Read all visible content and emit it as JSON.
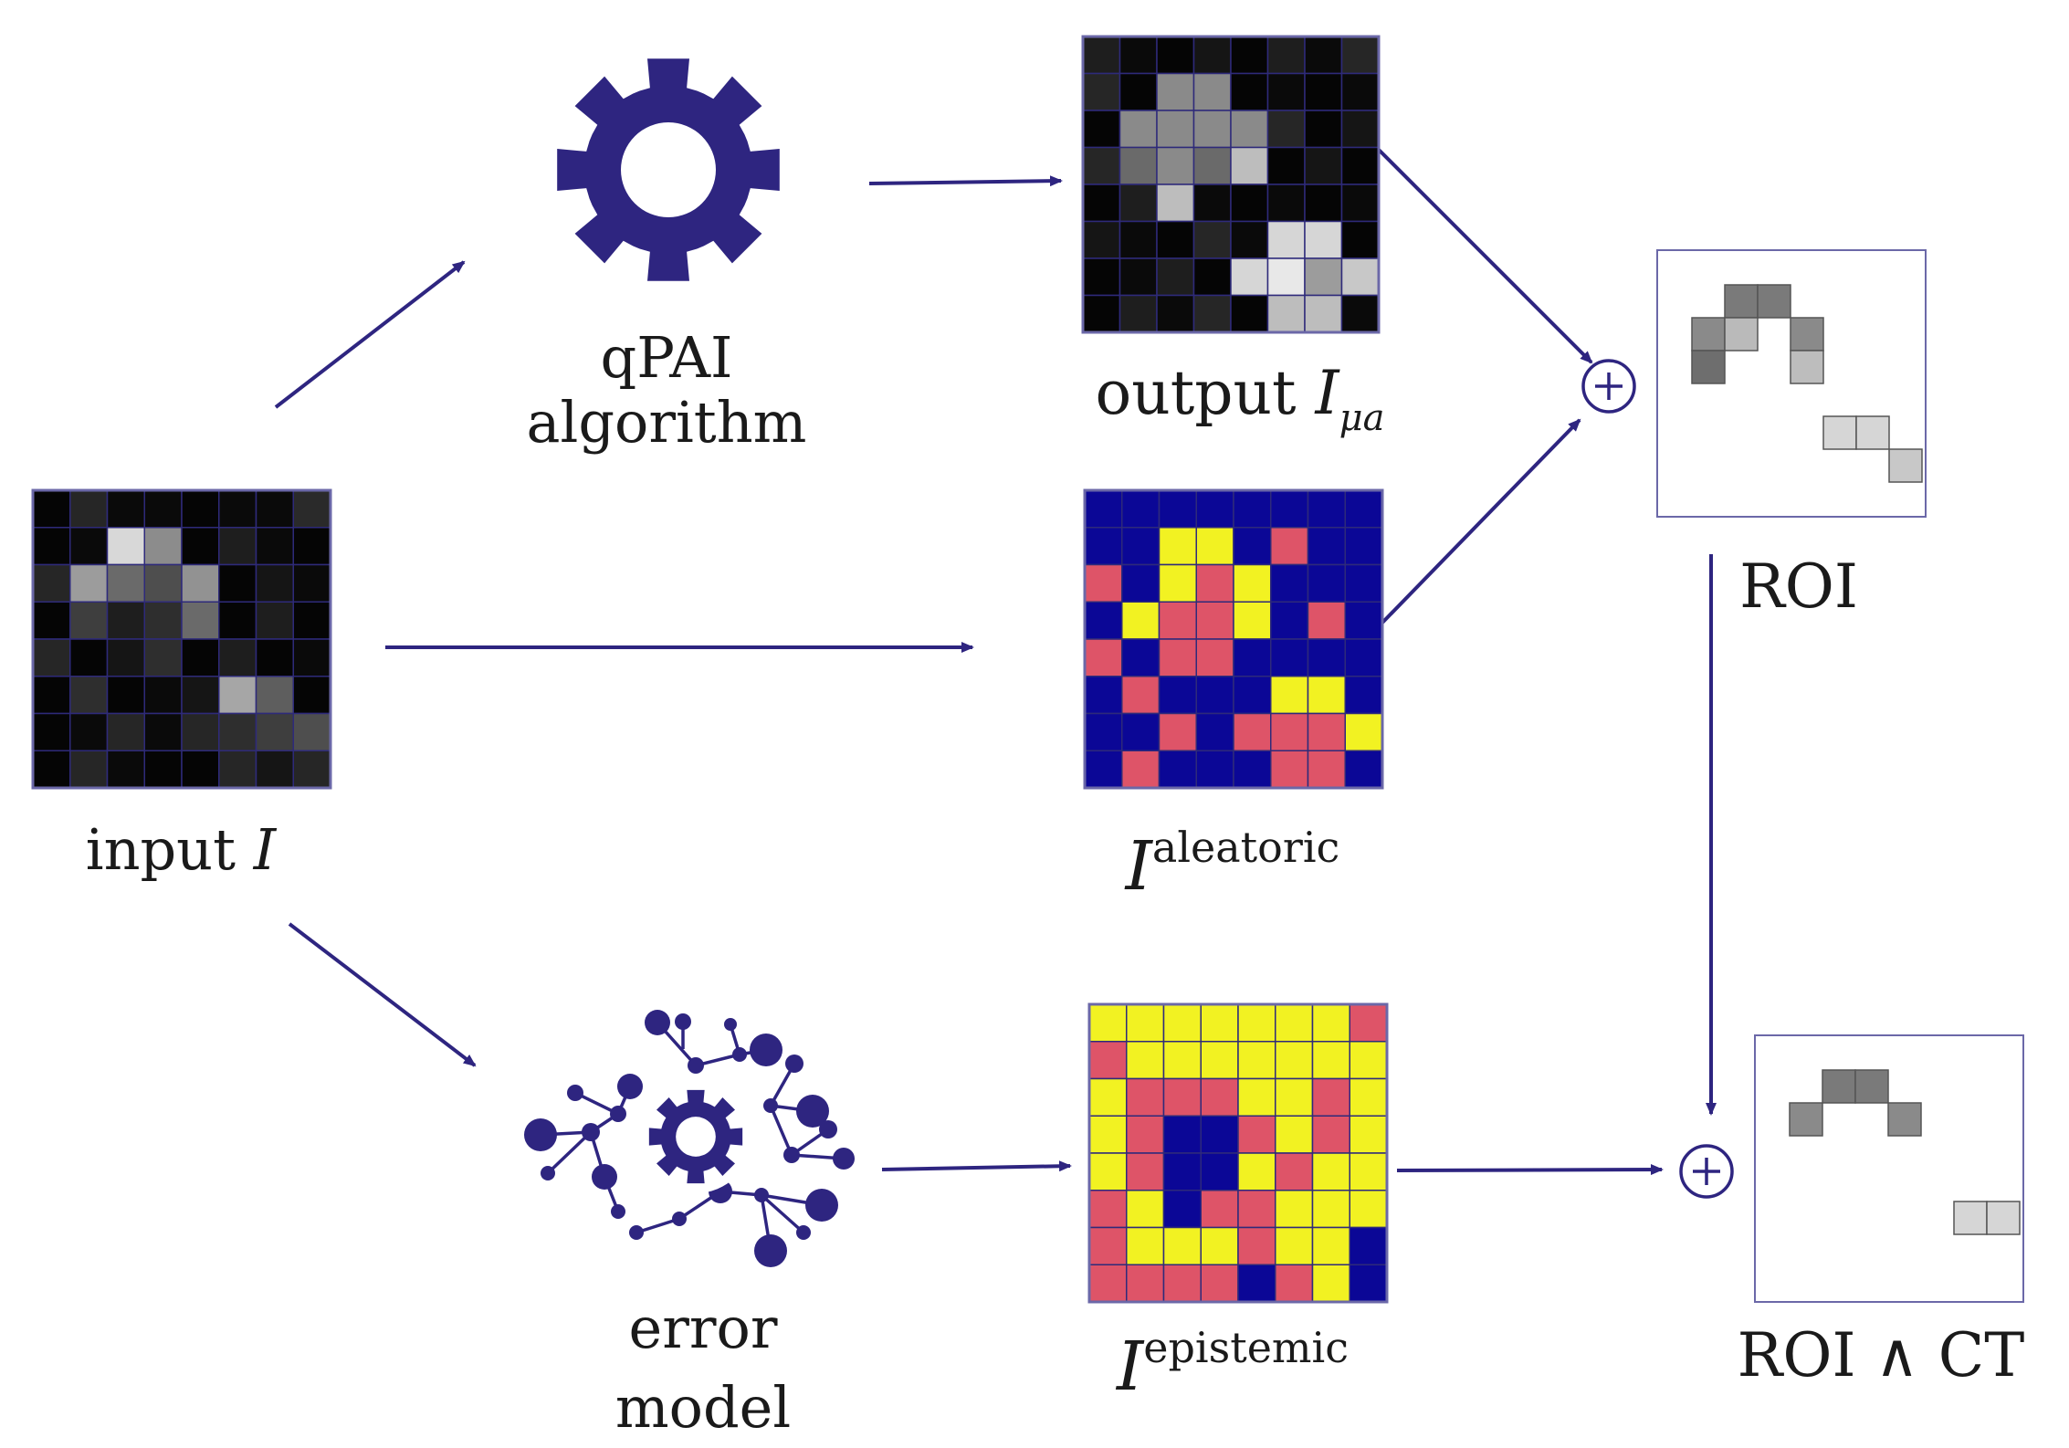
{
  "colors": {
    "accent": "#2e2580",
    "pink": "#de5468",
    "yellow": "#f2f222",
    "navy": "#0b0796",
    "gridline": "#2e2a7a"
  },
  "labels": {
    "input": "input",
    "input_symbol": "I",
    "qpai_line1": "qPAI",
    "qpai_line2": "algorithm",
    "output": "output",
    "output_symbol": "I",
    "output_sub": "μa",
    "aleatoric_symbol": "I",
    "aleatoric_sup": "aleatoric",
    "epistemic_symbol": "I",
    "epistemic_sup": "epistemic",
    "error_line1": "error",
    "error_line2": "model",
    "roi": "ROI",
    "roi_ct": "ROI ∧ CT"
  },
  "icons": {
    "gear": "gear-icon",
    "error_model": "neural-network-gear-icon",
    "oplus": "circled-plus-icon"
  },
  "grids": {
    "input": [
      [
        "#050505",
        "#262626",
        "#0a0a0a",
        "#0a0a0a",
        "#050505",
        "#0a0a0a",
        "#0a0a0a",
        "#2a2a2a"
      ],
      [
        "#050505",
        "#0a0a0a",
        "#d8d8d8",
        "#8c8c8c",
        "#050505",
        "#1e1e1e",
        "#0a0a0a",
        "#050505"
      ],
      [
        "#262626",
        "#9c9c9c",
        "#6a6a6a",
        "#4e4e4e",
        "#929292",
        "#050505",
        "#151515",
        "#0a0a0a"
      ],
      [
        "#050505",
        "#3e3e3e",
        "#1e1e1e",
        "#2e2e2e",
        "#6a6a6a",
        "#050505",
        "#1e1e1e",
        "#050505"
      ],
      [
        "#262626",
        "#050505",
        "#151515",
        "#2e2e2e",
        "#050505",
        "#1e1e1e",
        "#050505",
        "#0a0a0a"
      ],
      [
        "#050505",
        "#2e2e2e",
        "#050505",
        "#0a0a0a",
        "#151515",
        "#a6a6a6",
        "#5e5e5e",
        "#050505"
      ],
      [
        "#050505",
        "#0a0a0a",
        "#262626",
        "#0a0a0a",
        "#262626",
        "#2e2e2e",
        "#3e3e3e",
        "#4e4e4e"
      ],
      [
        "#050505",
        "#262626",
        "#0a0a0a",
        "#050505",
        "#050505",
        "#262626",
        "#151515",
        "#262626"
      ]
    ],
    "output": [
      [
        "#1e1e1e",
        "#0a0a0a",
        "#050505",
        "#151515",
        "#050505",
        "#1e1e1e",
        "#0a0a0a",
        "#262626"
      ],
      [
        "#262626",
        "#050505",
        "#8a8a8a",
        "#8a8a8a",
        "#050505",
        "#0a0a0a",
        "#050505",
        "#0a0a0a"
      ],
      [
        "#050505",
        "#8a8a8a",
        "#8a8a8a",
        "#8a8a8a",
        "#8a8a8a",
        "#262626",
        "#050505",
        "#151515"
      ],
      [
        "#262626",
        "#6a6a6a",
        "#8a8a8a",
        "#6a6a6a",
        "#bdbdbd",
        "#050505",
        "#151515",
        "#050505"
      ],
      [
        "#050505",
        "#1e1e1e",
        "#bdbdbd",
        "#0a0a0a",
        "#050505",
        "#0a0a0a",
        "#050505",
        "#0a0a0a"
      ],
      [
        "#151515",
        "#0a0a0a",
        "#050505",
        "#262626",
        "#0a0a0a",
        "#d6d6d6",
        "#d6d6d6",
        "#050505"
      ],
      [
        "#050505",
        "#0a0a0a",
        "#1e1e1e",
        "#050505",
        "#d6d6d6",
        "#e8e8e8",
        "#9c9c9c",
        "#c8c8c8"
      ],
      [
        "#050505",
        "#1e1e1e",
        "#0a0a0a",
        "#262626",
        "#050505",
        "#bdbdbd",
        "#bdbdbd",
        "#0a0a0a"
      ]
    ],
    "aleatoric": [
      [
        "N",
        "N",
        "N",
        "N",
        "N",
        "N",
        "N",
        "N"
      ],
      [
        "N",
        "N",
        "Y",
        "Y",
        "N",
        "P",
        "N",
        "N"
      ],
      [
        "P",
        "N",
        "Y",
        "P",
        "Y",
        "N",
        "N",
        "N"
      ],
      [
        "N",
        "Y",
        "P",
        "P",
        "Y",
        "N",
        "P",
        "N"
      ],
      [
        "P",
        "N",
        "P",
        "P",
        "N",
        "N",
        "N",
        "N"
      ],
      [
        "N",
        "P",
        "N",
        "N",
        "N",
        "Y",
        "Y",
        "N"
      ],
      [
        "N",
        "N",
        "P",
        "N",
        "P",
        "P",
        "P",
        "Y"
      ],
      [
        "N",
        "P",
        "N",
        "N",
        "N",
        "P",
        "P",
        "N"
      ]
    ],
    "epistemic": [
      [
        "Y",
        "Y",
        "Y",
        "Y",
        "Y",
        "Y",
        "Y",
        "P"
      ],
      [
        "P",
        "Y",
        "Y",
        "Y",
        "Y",
        "Y",
        "Y",
        "Y"
      ],
      [
        "Y",
        "P",
        "P",
        "P",
        "Y",
        "Y",
        "P",
        "Y"
      ],
      [
        "Y",
        "P",
        "N",
        "N",
        "P",
        "Y",
        "P",
        "Y"
      ],
      [
        "Y",
        "P",
        "N",
        "N",
        "Y",
        "P",
        "Y",
        "Y"
      ],
      [
        "P",
        "Y",
        "N",
        "P",
        "P",
        "Y",
        "Y",
        "Y"
      ],
      [
        "P",
        "Y",
        "Y",
        "Y",
        "P",
        "Y",
        "Y",
        "N"
      ],
      [
        "P",
        "P",
        "P",
        "P",
        "N",
        "P",
        "Y",
        "N"
      ]
    ],
    "roi_cells": [
      {
        "r": 1,
        "c": 1,
        "color": "#7a7a7a"
      },
      {
        "r": 1,
        "c": 2,
        "color": "#7a7a7a"
      },
      {
        "r": 2,
        "c": 0,
        "color": "#8a8a8a"
      },
      {
        "r": 2,
        "c": 1,
        "color": "#bababa"
      },
      {
        "r": 2,
        "c": 3,
        "color": "#8a8a8a"
      },
      {
        "r": 3,
        "c": 0,
        "color": "#6e6e6e"
      },
      {
        "r": 3,
        "c": 3,
        "color": "#bdbdbd"
      },
      {
        "r": 5,
        "c": 4,
        "color": "#d6d6d6"
      },
      {
        "r": 5,
        "c": 5,
        "color": "#d6d6d6"
      },
      {
        "r": 6,
        "c": 6,
        "color": "#c8c8c8"
      }
    ],
    "roi_ct_cells": [
      {
        "r": 1,
        "c": 1,
        "color": "#7a7a7a"
      },
      {
        "r": 1,
        "c": 2,
        "color": "#7a7a7a"
      },
      {
        "r": 2,
        "c": 0,
        "color": "#8a8a8a"
      },
      {
        "r": 2,
        "c": 3,
        "color": "#8a8a8a"
      },
      {
        "r": 5,
        "c": 5,
        "color": "#d6d6d6"
      },
      {
        "r": 5,
        "c": 6,
        "color": "#d6d6d6"
      }
    ]
  }
}
